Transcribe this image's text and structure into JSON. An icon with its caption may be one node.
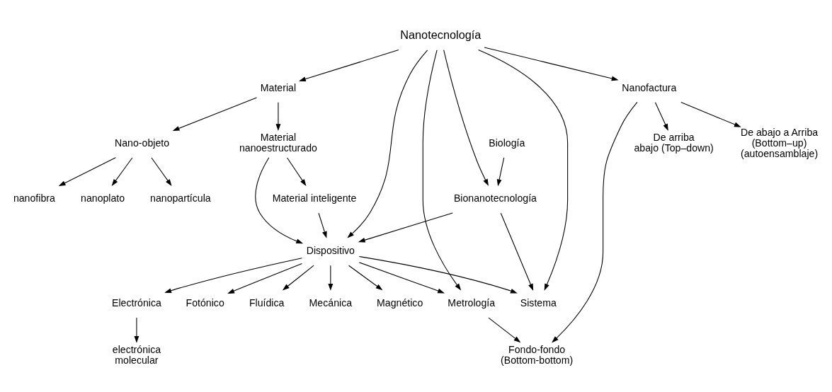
{
  "diagram": {
    "nodes": [
      {
        "text": [
          "Nanotecnología"
        ]
      },
      {
        "text": [
          "Material"
        ]
      },
      {
        "text": [
          "Biología"
        ]
      },
      {
        "text": [
          "Bionanotecnología"
        ]
      },
      {
        "text": [
          "Nano-objeto"
        ]
      },
      {
        "text": [
          "Material nanoestructurado"
        ]
      },
      {
        "text": [
          "Nanofactura"
        ]
      },
      {
        "text": [
          "nanopartícula"
        ]
      },
      {
        "text": [
          "nanofibra"
        ]
      },
      {
        "text": [
          "nanoplato"
        ]
      },
      {
        "text": [
          "Material inteligente"
        ]
      },
      {
        "text": [
          "De abajo a Arriba (Bottom–up) (autoensamblaje)"
        ]
      },
      {
        "text": [
          "Metrología"
        ]
      },
      {
        "text": [
          "Dispositivo"
        ]
      },
      {
        "text": [
          "Sistema"
        ]
      },
      {
        "text": [
          "De arriba abajo (Top–down)"
        ]
      },
      {
        "text": [
          "Electrónica"
        ]
      },
      {
        "text": [
          "Magnético"
        ]
      },
      {
        "text": [
          "Fotónico"
        ]
      },
      {
        "text": [
          "Fluídica"
        ]
      },
      {
        "text": [
          "Mecánica"
        ]
      },
      {
        "text": [
          "Fondo-fondo (Bottom-bottom)"
        ]
      },
      {
        "text": [
          "electrónica molecular"
        ]
      }
    ],
    "edges": [
      {
        "from": 0,
        "to": 6,
        "arrow": "to"
      },
      {
        "from": 0,
        "to": 1,
        "arrow": "to"
      },
      {
        "from": 0,
        "to": 12,
        "arrow": "to"
      },
      {
        "from": 0,
        "to": 13,
        "arrow": "to"
      },
      {
        "from": 0,
        "to": 14,
        "arrow": "to"
      },
      {
        "from": 0,
        "to": 3,
        "arrow": "to"
      },
      {
        "from": 2,
        "to": 3,
        "arrow": "to"
      },
      {
        "from": 1,
        "to": 4,
        "arrow": "to"
      },
      {
        "from": 1,
        "to": 5,
        "arrow": "to"
      },
      {
        "from": 4,
        "to": 7,
        "arrow": "to"
      },
      {
        "from": 4,
        "to": 8,
        "arrow": "to"
      },
      {
        "from": 4,
        "to": 9,
        "arrow": "to"
      },
      {
        "from": 5,
        "to": 10,
        "arrow": "to"
      },
      {
        "from": 5,
        "to": 13,
        "arrow": "to"
      },
      {
        "from": 10,
        "to": 13,
        "arrow": "to"
      },
      {
        "from": 3,
        "to": 13,
        "arrow": "to"
      },
      {
        "from": 3,
        "to": 14,
        "arrow": "to"
      },
      {
        "from": 6,
        "to": 11,
        "arrow": "to"
      },
      {
        "from": 6,
        "to": 15,
        "arrow": "to"
      },
      {
        "from": 6,
        "to": 21,
        "arrow": "to"
      },
      {
        "from": 12,
        "to": 21,
        "arrow": "to"
      },
      {
        "from": 13,
        "to": 12,
        "arrow": "to"
      },
      {
        "from": 13,
        "to": 14,
        "arrow": "to"
      },
      {
        "from": 13,
        "to": 16,
        "arrow": "to"
      },
      {
        "from": 13,
        "to": 17,
        "arrow": "to"
      },
      {
        "from": 13,
        "to": 18,
        "arrow": "to"
      },
      {
        "from": 13,
        "to": 19,
        "arrow": "to"
      },
      {
        "from": 13,
        "to": 20,
        "arrow": "to"
      },
      {
        "from": 16,
        "to": 22,
        "arrow": "to"
      }
    ]
  }
}
